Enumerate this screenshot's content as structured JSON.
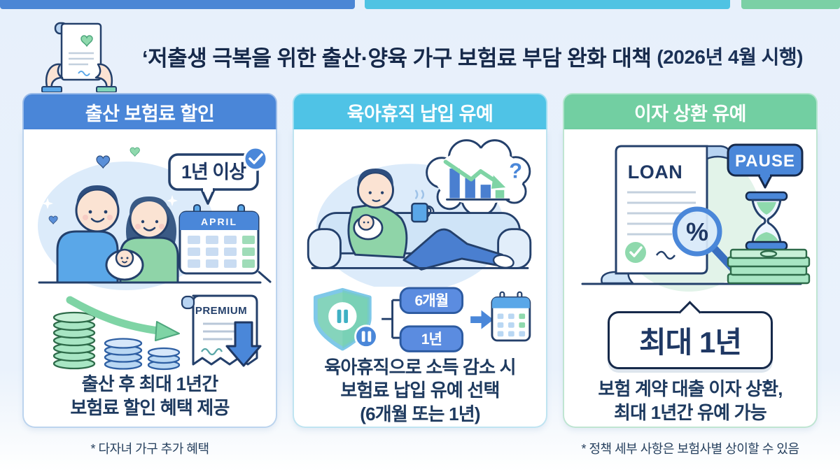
{
  "title": {
    "main": "‘저출생 극복을 위한 출산·양육 가구 보험료 부담 완화 대책",
    "suffix": "(2026년 4월 시행)"
  },
  "cards": [
    {
      "header": "출산 보험료 할인",
      "bubble_label": "1년 이상",
      "calendar_month": "APRIL",
      "doc_label": "PREMIUM",
      "desc": [
        "출산 후 최대 1년간",
        "보험료 할인 혜택 제공"
      ],
      "footnote": "* 다자녀 가구 추가 혜택"
    },
    {
      "header": "육아휴직 납입 유예",
      "question_mark": "?",
      "option_1": "6개월",
      "option_2": "1년",
      "desc": [
        "육아휴직으로 소득 감소 시",
        "보험료 납입 유예 선택",
        "(6개월 또는 1년)"
      ]
    },
    {
      "header": "이자 상환 유예",
      "doc_label": "LOAN",
      "percent_label": "%",
      "pause_label": "PAUSE",
      "badge": "최대 1년",
      "desc": [
        "보험 계약 대출 이자 상환,",
        "최대 1년간 유예 가능"
      ],
      "footnote": "* 정책 세부 사항은 보험사별 상이할 수 있음"
    }
  ],
  "icons": {
    "title_icon": "hands-holding-heart-document",
    "card1": [
      "family-with-newborn",
      "speech-bubble-check",
      "april-calendar",
      "coin-stacks-decreasing",
      "premium-document-down-arrow"
    ],
    "card2": [
      "parent-on-sofa-with-baby",
      "thought-bubble-declining-chart",
      "pause-shield",
      "calendar"
    ],
    "card3": [
      "loan-document-magnifier-percent",
      "pause-bubble",
      "hourglass-on-money-stack"
    ]
  },
  "colors": {
    "background": "#e9f1fb",
    "card1_header": "#4a86d8",
    "card2_header": "#4fc3e6",
    "card3_header": "#72cfa2",
    "navy_text": "#1e3a5f",
    "title_text": "#16294a",
    "accent_blue": "#4a87d9",
    "accent_green": "#8fd9ad",
    "accent_cyan": "#5aa7e8"
  }
}
